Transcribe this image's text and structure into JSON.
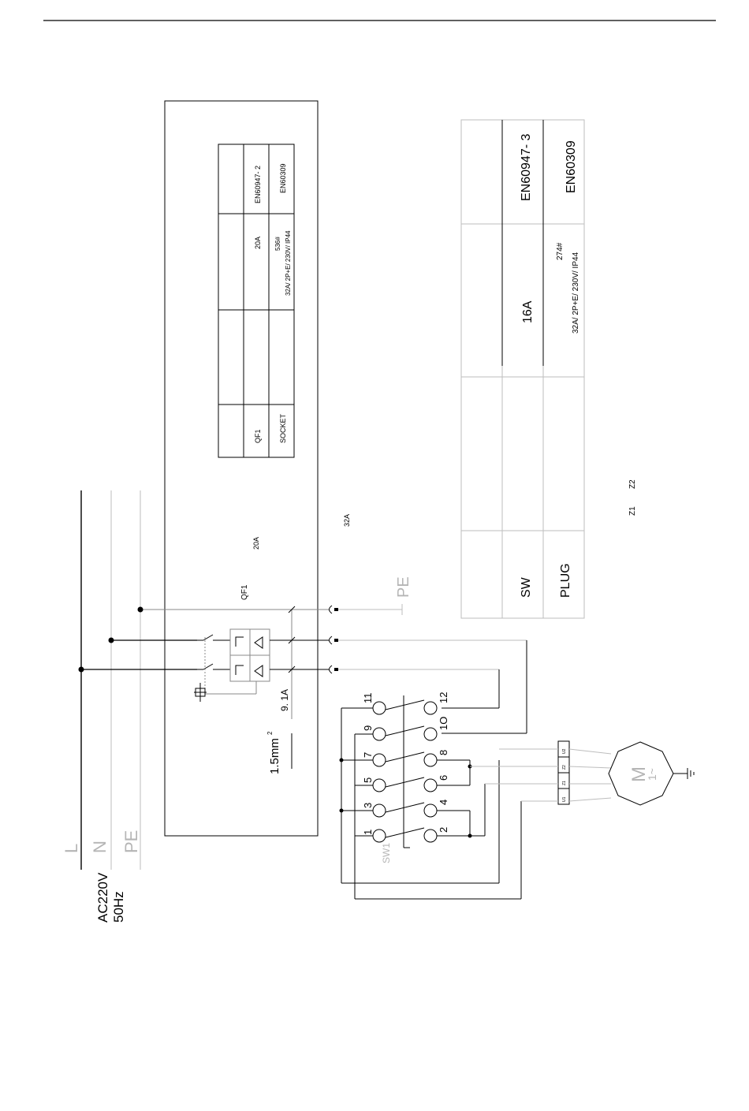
{
  "supply": {
    "line_L": "L",
    "line_N": "N",
    "line_PE": "PE",
    "voltage": "AC220V",
    "frequency": "50Hz"
  },
  "breaker": {
    "label": "QF1",
    "rating": "20A",
    "current": "9. 1A",
    "wire_size": "1.5mm",
    "wire_size_sup": "2"
  },
  "socket": {
    "rating": "32A",
    "pe_label": "PE"
  },
  "switch": {
    "label": "SW1",
    "terminals": [
      "1",
      "3",
      "5",
      "7",
      "9",
      "11",
      "2",
      "4",
      "6",
      "8",
      "1O",
      "12"
    ]
  },
  "motor": {
    "symbol": "M",
    "phase": "1~",
    "terminals": [
      "U1",
      "Z1",
      "Z2",
      "U2"
    ],
    "winding_labels": [
      "Z1",
      "Z2"
    ]
  },
  "table_inner": {
    "rows": [
      {
        "ref": "QF1",
        "spec": "20A",
        "extra": "",
        "standard": "EN60947- 2"
      },
      {
        "ref": "SOCKET",
        "spec": "32A/ 2P+E/ 230V/ IP44",
        "extra": "536#",
        "standard": "EN60309"
      }
    ]
  },
  "table_outer": {
    "rows": [
      {
        "ref": "SW",
        "spec": "16A",
        "extra": "",
        "standard": "EN60947- 3"
      },
      {
        "ref": "PLUG",
        "spec": "32A/ 2P+E/ 230V/ IP44",
        "extra": "274#",
        "standard": "EN60309"
      }
    ]
  }
}
